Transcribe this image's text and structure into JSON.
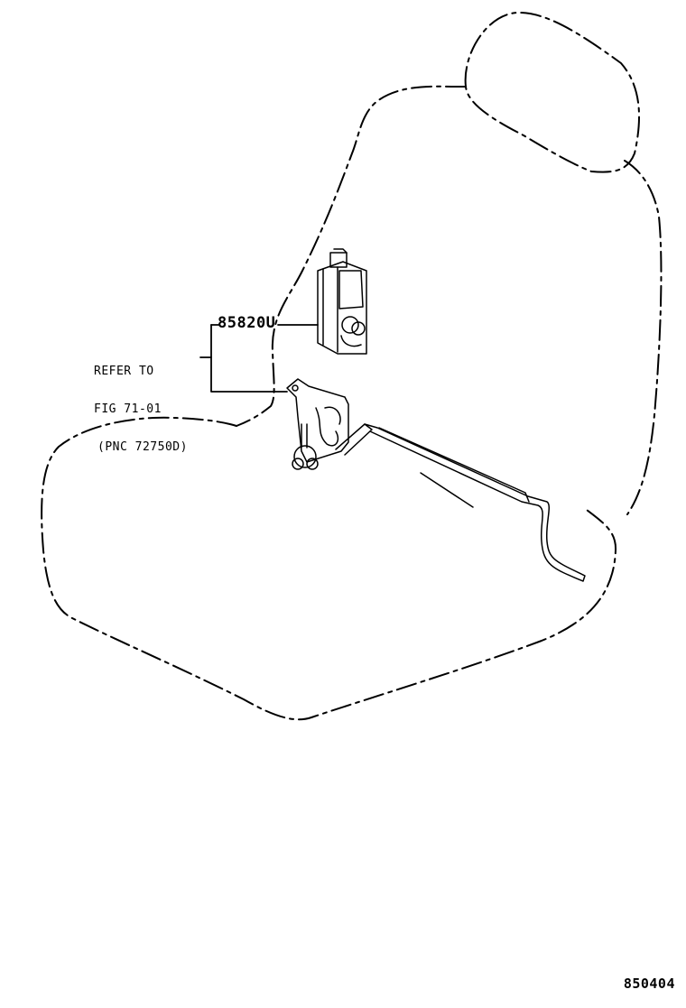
{
  "diagram": {
    "type": "parts-exploded-view",
    "subject": "front seat with seat adjuster switch and lumbar/recliner mechanism",
    "part_label": "85820U",
    "reference_note": {
      "line1": "REFER TO",
      "line2": "FIG 71-01",
      "line3": "(PNC 72750D)"
    },
    "illustration_code": "850404",
    "colors": {
      "background": "#ffffff",
      "ink": "#000000"
    }
  }
}
